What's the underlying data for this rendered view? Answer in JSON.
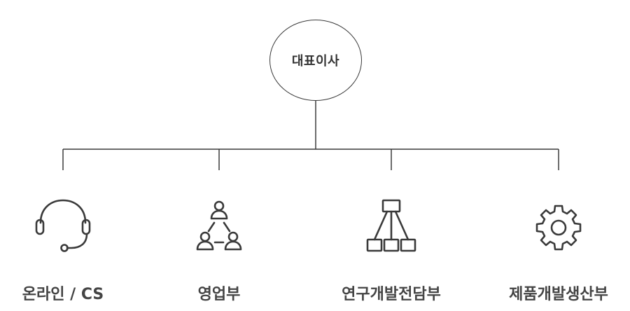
{
  "root": {
    "label": "대표이사"
  },
  "departments": [
    {
      "label": "온라인 / CS",
      "icon": "headset-icon"
    },
    {
      "label": "영업부",
      "icon": "team-network-icon"
    },
    {
      "label": "연구개발전담부",
      "icon": "hierarchy-icon"
    },
    {
      "label": "제품개발생산부",
      "icon": "gear-icon"
    }
  ],
  "colors": {
    "line": "#3a3a3a",
    "text": "#444444"
  }
}
